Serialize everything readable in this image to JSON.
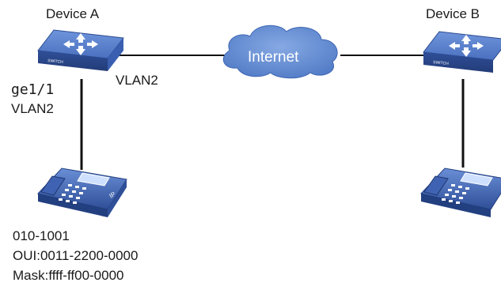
{
  "device_a": {
    "name": "Device A",
    "port": "ge1/1",
    "port_vlan": "VLAN2",
    "uplink_vlan": "VLAN2"
  },
  "device_b": {
    "name": "Device B"
  },
  "network": {
    "label": "Internet"
  },
  "phone_a": {
    "number": "010-1001",
    "oui": "OUI:0011-2200-0000",
    "mask": "Mask:ffff-ff00-0000"
  },
  "colors": {
    "device_blue": "#3a5fb0",
    "device_top": "#5b82d0",
    "cloud": "#5f88cf",
    "link": "#111111"
  },
  "icons": {
    "switch": "switch-icon",
    "phone": "ip-phone-icon",
    "cloud": "cloud-icon"
  }
}
